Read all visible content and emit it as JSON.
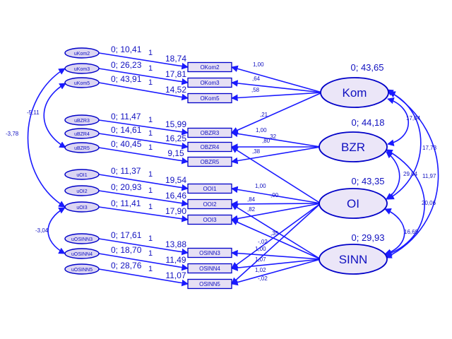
{
  "colors": {
    "line": "#1a1aff",
    "text": "#1010c0",
    "node_fill": "#e6e0f4",
    "border": "#0000c8"
  },
  "latents": [
    {
      "id": "Kom",
      "label": "Kom",
      "stat": "0; 43,65"
    },
    {
      "id": "BZR",
      "label": "BZR",
      "stat": "0; 44,18"
    },
    {
      "id": "OI",
      "label": "OI",
      "stat": "0; 43,35"
    },
    {
      "id": "SINN",
      "label": "SINN",
      "stat": "0; 29,93"
    }
  ],
  "indicators": [
    {
      "id": "OKom2",
      "label": "OKom2",
      "intercept": "18,74"
    },
    {
      "id": "OKom3",
      "label": "OKom3",
      "intercept": "17,81"
    },
    {
      "id": "OKom5",
      "label": "OKom5",
      "intercept": "14,52"
    },
    {
      "id": "OBZR3",
      "label": "OBZR3",
      "intercept": "15,99"
    },
    {
      "id": "OBZR4",
      "label": "OBZR4",
      "intercept": "16,25"
    },
    {
      "id": "OBZR5",
      "label": "OBZR5",
      "intercept": "9,15"
    },
    {
      "id": "OOI1",
      "label": "OOI1",
      "intercept": "19,54"
    },
    {
      "id": "OOI2",
      "label": "OOI2",
      "intercept": "16,46"
    },
    {
      "id": "OOI3",
      "label": "OOI3",
      "intercept": "17,90"
    },
    {
      "id": "OSINN3",
      "label": "OSINN3",
      "intercept": "13,88"
    },
    {
      "id": "OSINN4",
      "label": "OSINN4",
      "intercept": "11,49"
    },
    {
      "id": "OSINN5",
      "label": "OSINN5",
      "intercept": "11,07"
    }
  ],
  "errors": [
    {
      "id": "uKom2",
      "label": "uKom2",
      "stat": "0; 10,41",
      "path": "1"
    },
    {
      "id": "uKom3",
      "label": "uKom3",
      "stat": "0; 26,23",
      "path": "1"
    },
    {
      "id": "uKom5",
      "label": "uKom5",
      "stat": "0; 43,91",
      "path": "1"
    },
    {
      "id": "uBZR3",
      "label": "uBZR3",
      "stat": "0; 11,47",
      "path": "1"
    },
    {
      "id": "uBZR4",
      "label": "uBZR4",
      "stat": "0; 14,61",
      "path": "1"
    },
    {
      "id": "uBZR5",
      "label": "uBZR5",
      "stat": "0; 40,45",
      "path": "1"
    },
    {
      "id": "uOI1",
      "label": "uOI1",
      "stat": "0; 11,37",
      "path": "1"
    },
    {
      "id": "uOI2",
      "label": "uOI2",
      "stat": "0; 20,93",
      "path": "1"
    },
    {
      "id": "uOI3",
      "label": "uOI3",
      "stat": "0; 11,41",
      "path": "1"
    },
    {
      "id": "uOSINN3",
      "label": "uOSINN3",
      "stat": "0; 17,61",
      "path": "1"
    },
    {
      "id": "uOSINN4",
      "label": "uOSINN4",
      "stat": "0; 18,70",
      "path": "1"
    },
    {
      "id": "uOSINN5",
      "label": "uOSINN5",
      "stat": "0; 28,76",
      "path": "1"
    }
  ],
  "loadings": [
    {
      "from": "Kom",
      "to": "OKom2",
      "value": "1,00"
    },
    {
      "from": "Kom",
      "to": "OKom3",
      "value": ",64"
    },
    {
      "from": "Kom",
      "to": "OKom5",
      "value": ",58"
    },
    {
      "from": "Kom",
      "to": "OBZR3",
      "value": ",21"
    },
    {
      "from": "BZR",
      "to": "OBZR3",
      "value": "1,00"
    },
    {
      "from": "BZR",
      "to": "OBZR4",
      "value": ",32"
    },
    {
      "from": "BZR",
      "to": "OBZR5",
      "value": ",38"
    },
    {
      "from": "OI",
      "to": "OBZR4",
      "value": ",80"
    },
    {
      "from": "OI",
      "to": "OOI1",
      "value": "1,00"
    },
    {
      "from": "OI",
      "to": "OOI2",
      "value": ",84"
    },
    {
      "from": "OI",
      "to": "OOI3",
      "value": ",82"
    },
    {
      "from": "SINN",
      "to": "OOI2",
      "value": ",00"
    },
    {
      "from": "SINN",
      "to": "OOI3",
      "value": ",35"
    },
    {
      "from": "OI",
      "to": "OSINN4",
      "value": "-,02"
    },
    {
      "from": "SINN",
      "to": "OSINN3",
      "value": "1,00"
    },
    {
      "from": "SINN",
      "to": "OSINN4",
      "value": "1,07"
    },
    {
      "from": "SINN",
      "to": "OSINN5",
      "value": "1,02"
    },
    {
      "from": "OI",
      "to": "OSINN5",
      "value": "-,02"
    }
  ],
  "latent_covariances": [
    {
      "a": "Kom",
      "b": "BZR",
      "value": "17,04"
    },
    {
      "a": "Kom",
      "b": "OI",
      "value": "17,73"
    },
    {
      "a": "BZR",
      "b": "OI",
      "value": "29,04"
    },
    {
      "a": "Kom",
      "b": "SINN",
      "value": "11,97"
    },
    {
      "a": "BZR",
      "b": "SINN",
      "value": "20,06"
    },
    {
      "a": "OI",
      "b": "SINN",
      "value": "16,69"
    }
  ],
  "error_covariances": [
    {
      "a": "uKom3",
      "b": "uOI3",
      "value": "-3,78"
    },
    {
      "a": "uKom5",
      "b": "uBZR5",
      "value": "-5,11"
    },
    {
      "a": "uOI3",
      "b": "uOSINN4",
      "value": "-3,04"
    }
  ]
}
